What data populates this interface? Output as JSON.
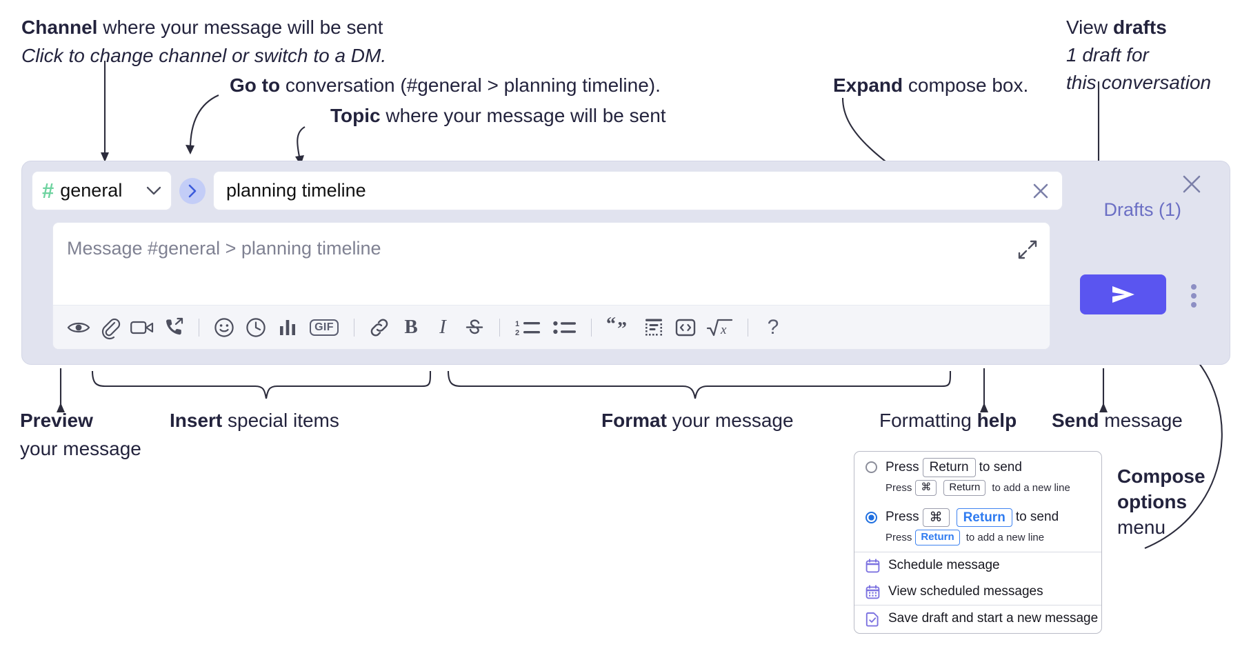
{
  "annotations": {
    "channel": {
      "line1_bold": "Channel",
      "line1_rest": " where your message will be sent",
      "line2_italic": "Click to change channel or switch to a DM."
    },
    "goto": {
      "bold": "Go to",
      "rest": " conversation (#general > planning timeline)."
    },
    "topic": {
      "bold": "Topic",
      "rest": " where your message will be sent"
    },
    "expand": {
      "bold": "Expand",
      "rest": " compose box."
    },
    "drafts": {
      "line1_rest": "View ",
      "line1_bold": "drafts",
      "line2_italic": "1 draft for",
      "line3_italic": "this conversation"
    },
    "preview": {
      "bold": "Preview",
      "rest": "your message"
    },
    "insert": {
      "bold": "Insert",
      "rest": " special items"
    },
    "format": {
      "bold": "Format",
      "rest": " your message"
    },
    "formatting_help": {
      "rest": "Formatting ",
      "bold": "help"
    },
    "send": {
      "bold": "Send",
      "rest": " message"
    },
    "compose_options": {
      "line1_bold": "Compose",
      "line2_bold": "options",
      "line3_rest": "menu"
    }
  },
  "compose": {
    "channel_name": "general",
    "channel_hash": "#",
    "chevron_icon": "chevron-down-icon",
    "goto_icon": "chevron-right-icon",
    "topic_value": "planning timeline",
    "topic_clear_icon": "close-icon",
    "message_placeholder": "Message #general > planning timeline",
    "expand_icon": "expand-icon",
    "drafts_label": "Drafts (1)",
    "close_icon": "close-icon",
    "send_icon": "send-icon",
    "options_icon": "kebab-menu-icon",
    "toolbar": [
      {
        "name": "preview-button",
        "icon": "eye-icon"
      },
      {
        "name": "attach-button",
        "icon": "paperclip-icon"
      },
      {
        "name": "video-button",
        "icon": "video-camera-icon"
      },
      {
        "name": "huddle-button",
        "icon": "phone-forward-icon"
      },
      {
        "name": "separator-1",
        "icon": "divider"
      },
      {
        "name": "emoji-button",
        "icon": "smiley-icon"
      },
      {
        "name": "schedule-button",
        "icon": "clock-icon"
      },
      {
        "name": "poll-button",
        "icon": "bar-chart-icon"
      },
      {
        "name": "gif-button",
        "icon": "gif-icon",
        "label": "GIF"
      },
      {
        "name": "separator-2",
        "icon": "divider"
      },
      {
        "name": "link-button",
        "icon": "link-icon"
      },
      {
        "name": "bold-button",
        "icon": "bold-icon",
        "label": "B"
      },
      {
        "name": "italic-button",
        "icon": "italic-icon",
        "label": "I"
      },
      {
        "name": "strikethrough-button",
        "icon": "strikethrough-icon"
      },
      {
        "name": "separator-3",
        "icon": "divider"
      },
      {
        "name": "ordered-list-button",
        "icon": "ordered-list-icon"
      },
      {
        "name": "bulleted-list-button",
        "icon": "bulleted-list-icon"
      },
      {
        "name": "separator-4",
        "icon": "divider"
      },
      {
        "name": "blockquote-button",
        "icon": "quote-icon"
      },
      {
        "name": "code-block-button",
        "icon": "code-block-icon"
      },
      {
        "name": "code-button",
        "icon": "code-icon"
      },
      {
        "name": "math-button",
        "icon": "square-root-icon"
      },
      {
        "name": "separator-5",
        "icon": "divider"
      },
      {
        "name": "help-button",
        "icon": "question-mark-icon",
        "label": "?"
      }
    ]
  },
  "menu": {
    "option_return": {
      "press": "Press",
      "key": "Return",
      "to_send": "to send",
      "sub_press": "Press",
      "sub_key1": "⌘",
      "sub_key2": "Return",
      "sub_tail": "to add a new line",
      "selected": false
    },
    "option_cmd_return": {
      "press": "Press",
      "key1": "⌘",
      "key2": "Return",
      "to_send": "to send",
      "sub_press": "Press",
      "sub_key": "Return",
      "sub_tail": "to add a new line",
      "selected": true
    },
    "items": [
      {
        "label": "Schedule message",
        "icon": "calendar-icon"
      },
      {
        "label": "View scheduled messages",
        "icon": "calendar-grid-icon"
      },
      {
        "label": "Save draft and start a new message",
        "icon": "file-check-icon"
      }
    ]
  },
  "colors": {
    "accent": "#5a55f0",
    "panel_bg": "#e1e3ef",
    "hash_green": "#6fd3a0",
    "goto_bg": "#c3cdf7",
    "drafts_text": "#6b6fc4",
    "menu_blue": "#2f7bf0",
    "menu_icon_purple": "#7c72e0"
  }
}
